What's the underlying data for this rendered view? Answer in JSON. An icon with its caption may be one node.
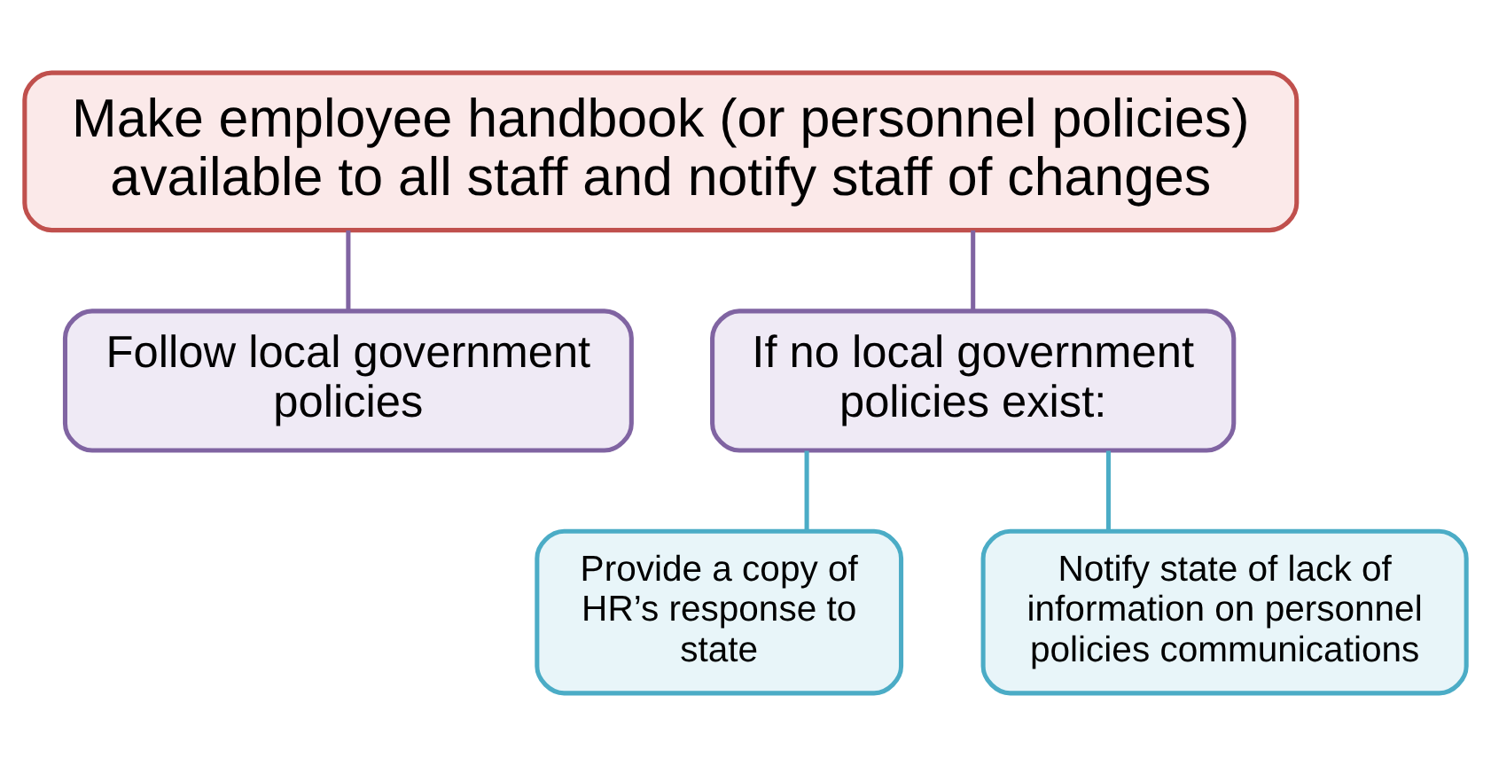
{
  "diagram": {
    "nodes": [
      {
        "text": [
          "Make employee handbook (or personnel policies) available to all staff and notify staff of changes"
        ]
      },
      {
        "text": [
          "Follow local government policies"
        ]
      },
      {
        "text": [
          "If no local government policies exist:"
        ]
      },
      {
        "text": [
          "Provide a copy of HR’s response to state"
        ]
      },
      {
        "text": [
          "Notify state of lack of information on personnel policies communications"
        ]
      }
    ],
    "edges": [
      {
        "from": 0,
        "to": 1,
        "arrow": "none",
        "color": "#8064a2"
      },
      {
        "from": 0,
        "to": 2,
        "arrow": "none",
        "color": "#8064a2"
      },
      {
        "from": 2,
        "to": 3,
        "arrow": "none",
        "color": "#4bacc6"
      },
      {
        "from": 2,
        "to": 4,
        "arrow": "none",
        "color": "#4bacc6"
      }
    ]
  }
}
